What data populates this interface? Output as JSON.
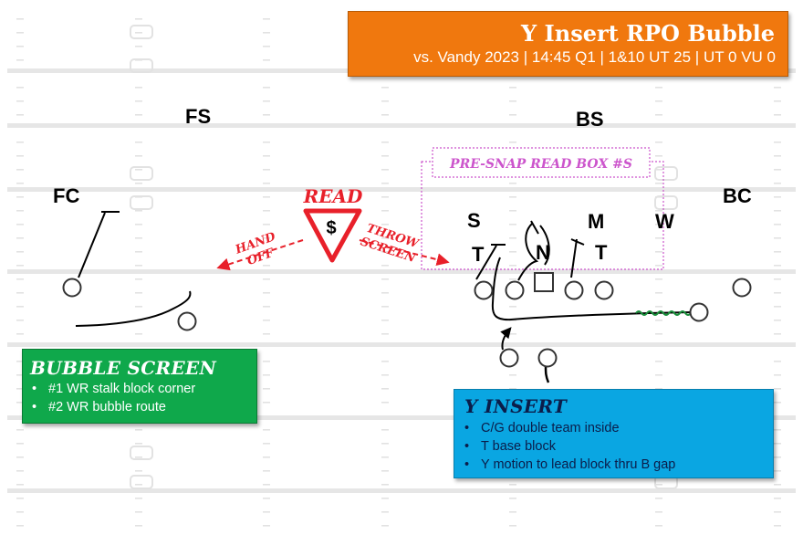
{
  "title": "Y Insert RPO Bubble",
  "subtitle": "vs. Vandy 2023 | 14:45 Q1 | 1&10 UT 25 | UT 0 VU 0",
  "defense": {
    "fs": "FS",
    "bs": "BS",
    "fc": "FC",
    "bc": "BC",
    "s": "S",
    "m": "M",
    "w": "W",
    "t_left": "T",
    "n": "N",
    "t_right": "T"
  },
  "read": {
    "label": "READ",
    "symbol": "$",
    "hand_off": [
      "HAND",
      "OFF"
    ],
    "throw_screen": [
      "THROW",
      "SCREEN"
    ]
  },
  "read_box_label": "PRE-SNAP READ BOX #S",
  "bubble_screen": {
    "title": "BUBBLE SCREEN",
    "items": [
      "#1 WR stalk block corner",
      "#2 WR bubble route"
    ]
  },
  "y_insert": {
    "title": "Y INSERT",
    "items": [
      "C/G double team inside",
      "T base block",
      "Y motion to lead block thru B gap"
    ]
  },
  "colors": {
    "title_bg": "#f0780e",
    "bubble_bg": "#0fa84b",
    "insert_bg": "#0aa6e2",
    "read_red": "#e8202a",
    "read_box": "#cc55cc",
    "motion_green": "#1a8f3c"
  }
}
